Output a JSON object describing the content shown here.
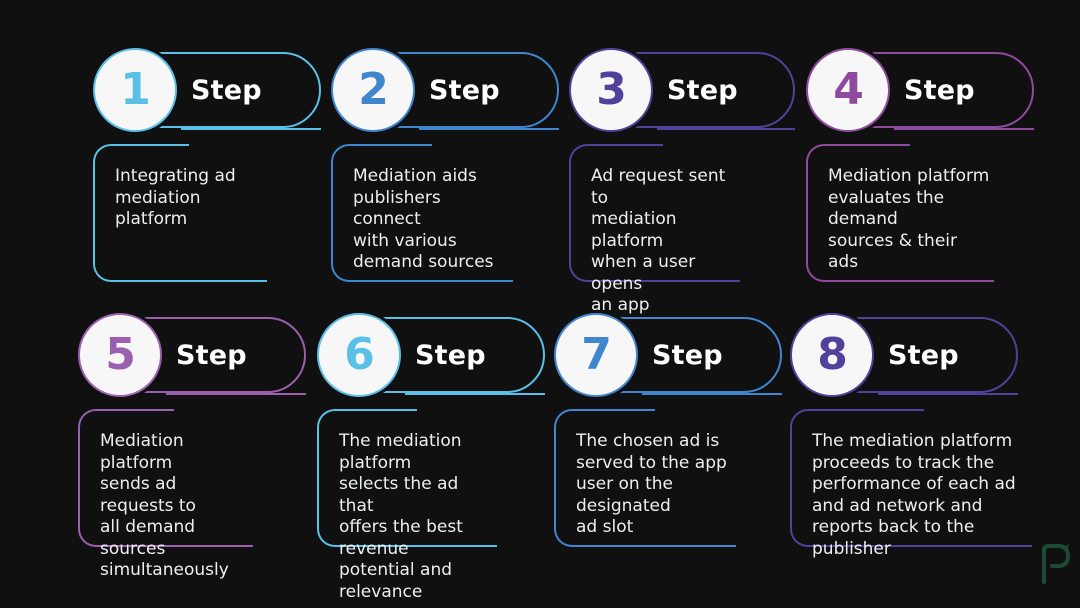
{
  "page": {
    "background_color": "#101010",
    "text_color": "#eceff1",
    "step_word": "Step"
  },
  "logo": {
    "name": "letter-p-logo",
    "color": "#1d4a35"
  },
  "palette": {
    "cyan": "#5bc0e8",
    "blue": "#3f86cf",
    "indigo": "#52419b",
    "magenta": "#8e4b9e",
    "violet": "#9a5fae"
  },
  "steps": [
    {
      "number": "1",
      "label": "Step",
      "accent": "#5bc0e8",
      "body": "Integrating ad\nmediation platform",
      "row": 0,
      "col": 0
    },
    {
      "number": "2",
      "label": "Step",
      "accent": "#3f86cf",
      "body": "Mediation aids\npublishers connect\nwith various\ndemand sources",
      "row": 0,
      "col": 1
    },
    {
      "number": "3",
      "label": "Step",
      "accent": "#52419b",
      "body": "Ad request sent to\nmediation platform\nwhen a user opens\nan app",
      "row": 0,
      "col": 2
    },
    {
      "number": "4",
      "label": "Step",
      "accent": "#8e4b9e",
      "body": "Mediation platform\nevaluates the demand\nsources & their ads",
      "row": 0,
      "col": 3
    },
    {
      "number": "5",
      "label": "Step",
      "accent": "#9a5fae",
      "body": "Mediation platform\nsends ad requests to\nall demand sources\nsimultaneously",
      "row": 1,
      "col": 0
    },
    {
      "number": "6",
      "label": "Step",
      "accent": "#5bc0e8",
      "body": "The mediation platform\nselects the ad that\noffers the best revenue\npotential and relevance",
      "row": 1,
      "col": 1
    },
    {
      "number": "7",
      "label": "Step",
      "accent": "#3f86cf",
      "body": "The chosen ad is\nserved to the app\nuser on the designated\nad slot",
      "row": 1,
      "col": 2
    },
    {
      "number": "8",
      "label": "Step",
      "accent": "#52419b",
      "body": "The mediation platform\nproceeds to track the\nperformance of each ad\nand ad network and\nreports back to the publisher",
      "row": 1,
      "col": 3
    }
  ],
  "layout": {
    "row_tops": [
      52,
      317
    ],
    "col_lefts": [
      93,
      331,
      569,
      806
    ],
    "pill_widths": [
      218,
      218,
      216,
      218
    ],
    "card_widths": [
      181,
      190,
      178,
      196
    ],
    "card_heights": [
      138,
      138,
      138,
      138
    ],
    "bottom_card_heights": [
      138,
      138,
      138,
      138
    ],
    "bottom_col_lefts": [
      78,
      317,
      554,
      790
    ],
    "bottom_pill_widths": [
      218,
      218,
      218,
      218
    ],
    "bottom_card_widths": [
      182,
      188,
      190,
      252
    ]
  }
}
